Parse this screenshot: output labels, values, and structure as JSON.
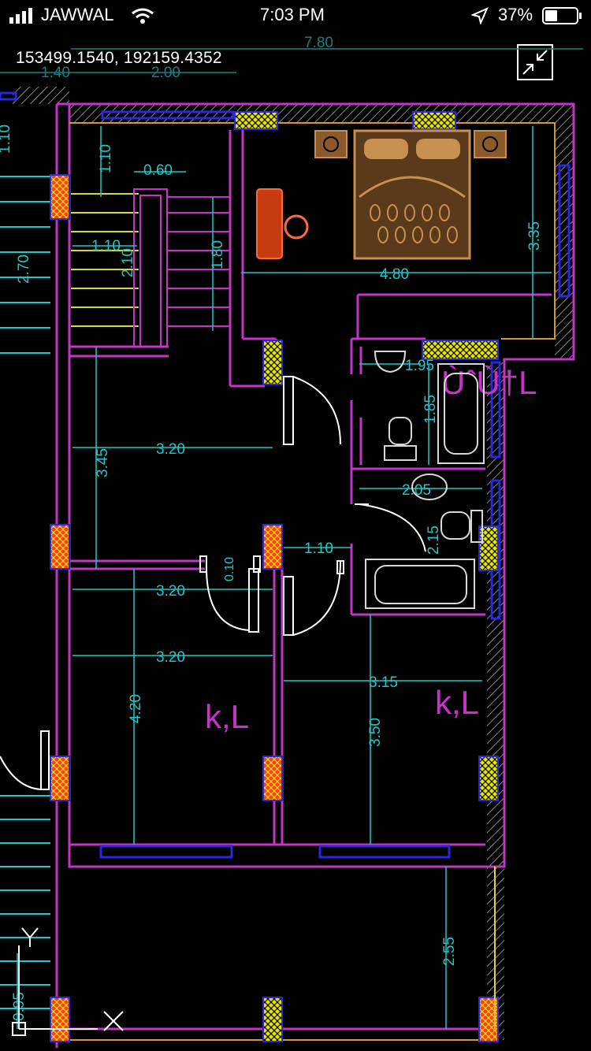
{
  "status_bar": {
    "carrier": "JAWWAL",
    "time": "7:03 PM",
    "battery": "37%"
  },
  "coordinates": "153499.1540,  192159.4352",
  "dimensions": {
    "top_total": "7.80",
    "top_left": "1.40",
    "top_mid": "2.00",
    "left_top": "1.10",
    "stair_110": "1.10",
    "stair_060": "0.60",
    "stair_270": "2.70",
    "stair_inner_110": "1.10",
    "stair_210": "2.10",
    "stair_180": "1.80",
    "bed_480": "4.80",
    "bed_335": "3.35",
    "bath_195": "1.95",
    "bath_185": "1.85",
    "hall_345": "3.45",
    "hall_320a": "3.20",
    "bath_205": "2.05",
    "bath_215": "2.15",
    "door_110": "1.10",
    "hall_320b": "3.20",
    "door_010": "0.10",
    "room_320c": "3.20",
    "room_420": "4.20",
    "room_315": "3.15",
    "room_350": "3.50",
    "bottom_255": "2.55",
    "bottom_095": "0.95"
  },
  "room_labels": {
    "bedroom": "ÙˆÙ†L",
    "room_left": "k,L",
    "room_right": "k,L"
  },
  "axis": {
    "y": "Y",
    "x": "X"
  }
}
